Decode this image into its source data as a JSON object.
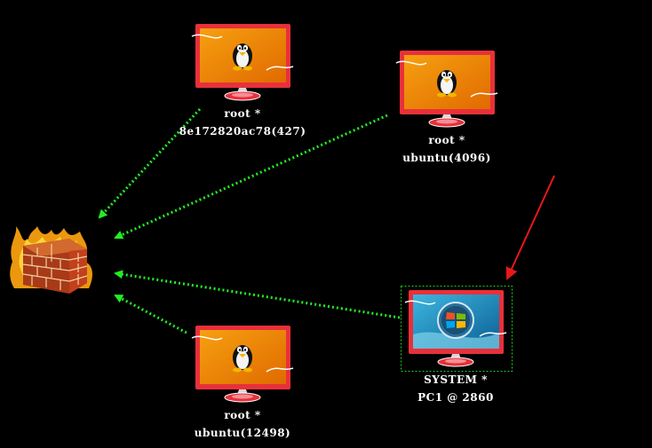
{
  "sessions": [
    {
      "user": "root *",
      "host": "8e172820ac78(427)",
      "os": "linux"
    },
    {
      "user": "root *",
      "host": "ubuntu(4096)",
      "os": "linux"
    },
    {
      "user": "root *",
      "host": "ubuntu(12498)",
      "os": "linux"
    },
    {
      "user": "SYSTEM *",
      "host": "PC1 @ 2860",
      "os": "windows",
      "selected": true
    }
  ],
  "firewall": {
    "icon": "firewall-icon"
  },
  "colors": {
    "background": "#000000",
    "monitor_frame": "#e8303a",
    "linux_screen": "#f08c10",
    "windows_screen": "#1a8ab8",
    "pivot_link": "#22ee22",
    "attack_arrow": "#e81818",
    "selection_box": "#22cc22"
  }
}
